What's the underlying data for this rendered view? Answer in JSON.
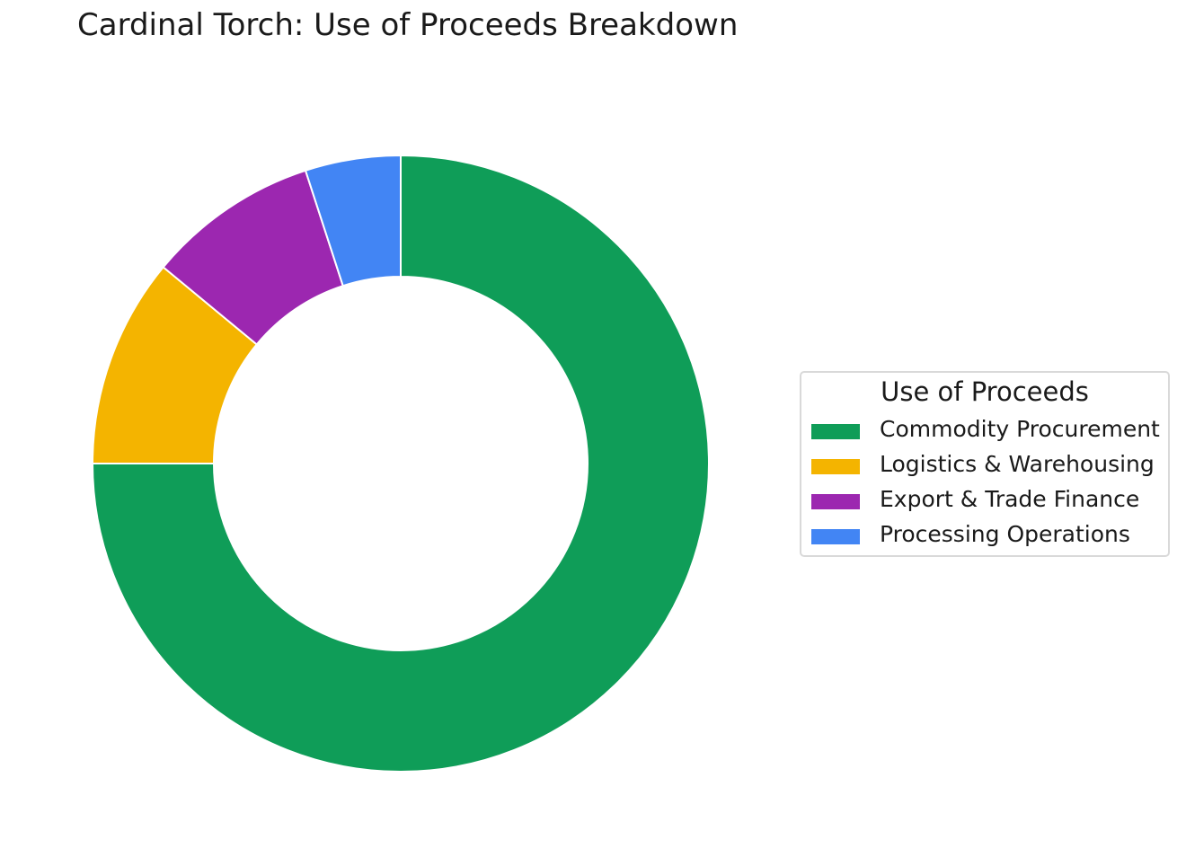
{
  "chart_data": {
    "type": "pie",
    "variant": "donut",
    "title": "Cardinal Torch: Use of Proceeds Breakdown",
    "legend_title": "Use of Proceeds",
    "legend_position": "right",
    "categories": [
      "Commodity Procurement",
      "Logistics & Warehousing",
      "Export & Trade Finance",
      "Processing Operations"
    ],
    "values": [
      75,
      11,
      9,
      5
    ],
    "colors": [
      "#0f9d58",
      "#f4b400",
      "#9c27b0",
      "#4285f4"
    ]
  }
}
